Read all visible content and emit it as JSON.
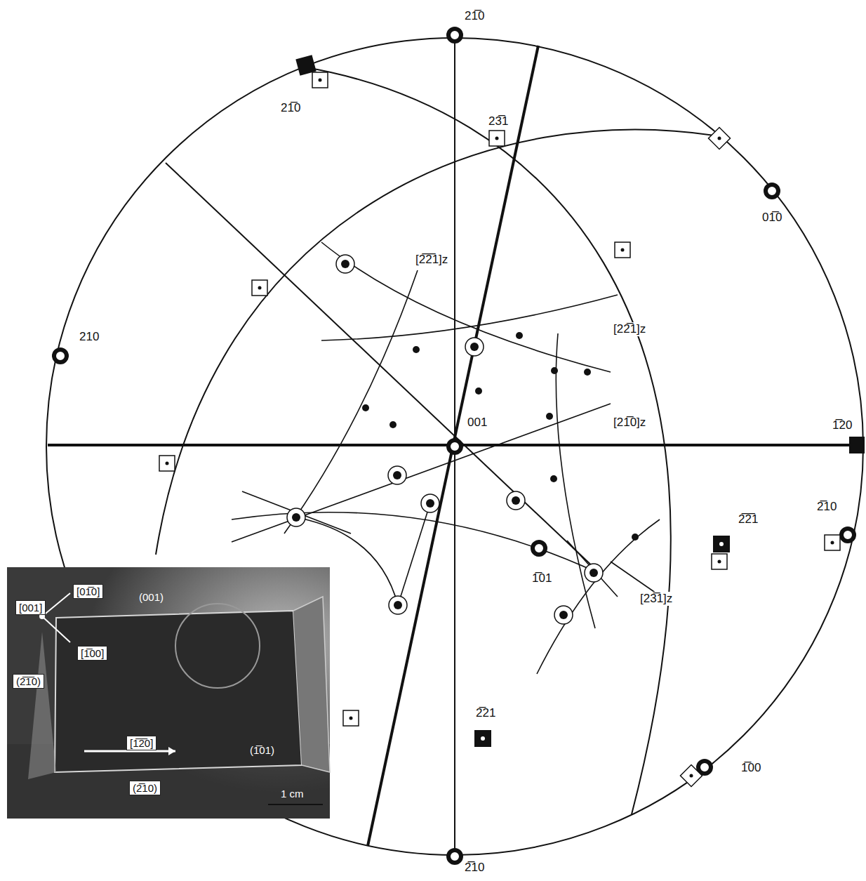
{
  "diagram": {
    "labels": [
      "21̅0",
      "21̅0",
      "23̅1",
      "01̅0",
      "210",
      "[2̅2̅1]z",
      "[22̅1]z",
      "001",
      "[21̅0]z",
      "1̅20",
      "2̅10",
      "2̅2̅1",
      "1̅01",
      "[23̅1]z",
      "2̅21",
      "1̅00",
      "2̅10",
      "[01̅0]",
      "[001]",
      "[1̅00]",
      "(001)",
      "(2̅1̅0)",
      "[1̅2̅0]",
      "(1̅01)",
      "(2̅10)",
      "1 cm"
    ]
  }
}
